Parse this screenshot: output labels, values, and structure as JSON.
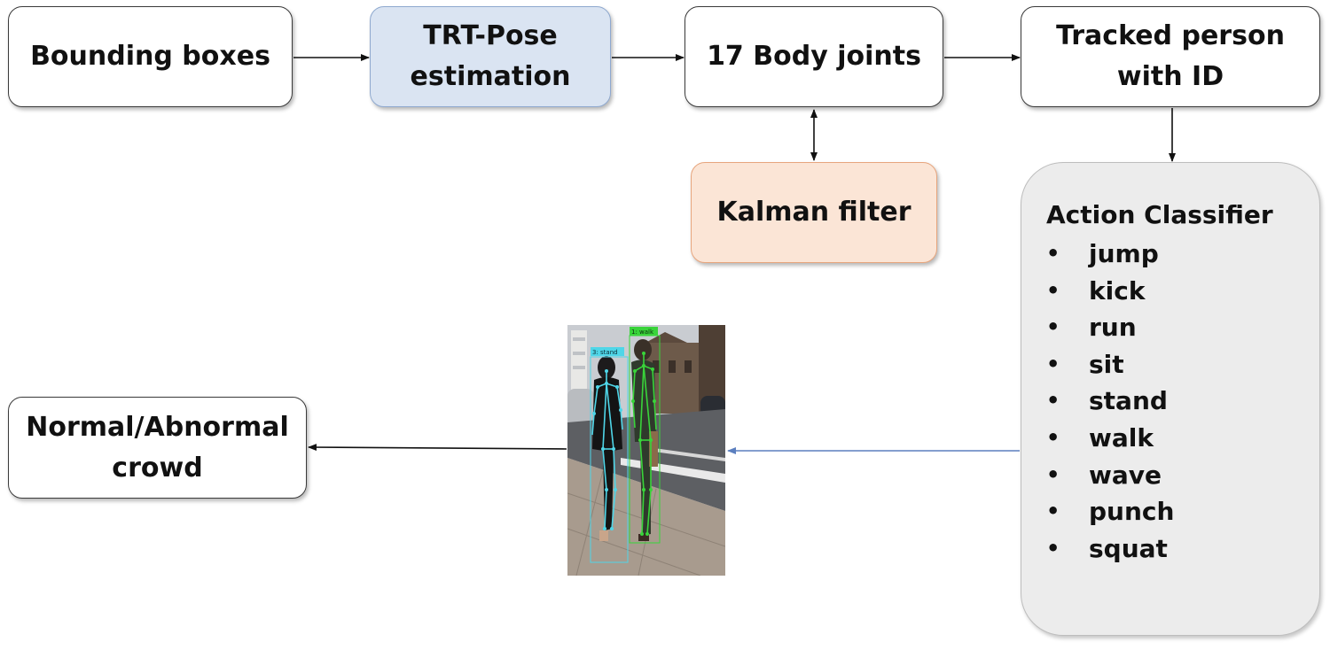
{
  "nodes": {
    "bounding_boxes": "Bounding boxes",
    "trt_pose": [
      "TRT-Pose",
      "estimation"
    ],
    "body_joints": "17 Body joints",
    "tracked_person": [
      "Tracked person",
      "with ID"
    ],
    "kalman_filter": "Kalman filter",
    "crowd": [
      "Normal/Abnormal",
      "crowd"
    ]
  },
  "action_classifier": {
    "title": "Action Classifier",
    "items": [
      "jump",
      "kick",
      "run",
      "sit",
      "stand",
      "walk",
      "wave",
      "punch",
      "squat"
    ]
  },
  "image_labels": {
    "person_left": "3: stand",
    "person_right": "1: walk"
  },
  "colors": {
    "trt_fill": "#dae4f2",
    "kalman_fill": "#fbe5d6",
    "classifier_fill": "#ececec",
    "skeleton_cyan": "#4fd6e8",
    "skeleton_green": "#39d43a",
    "arrow_blue": "#5b7fbf"
  }
}
